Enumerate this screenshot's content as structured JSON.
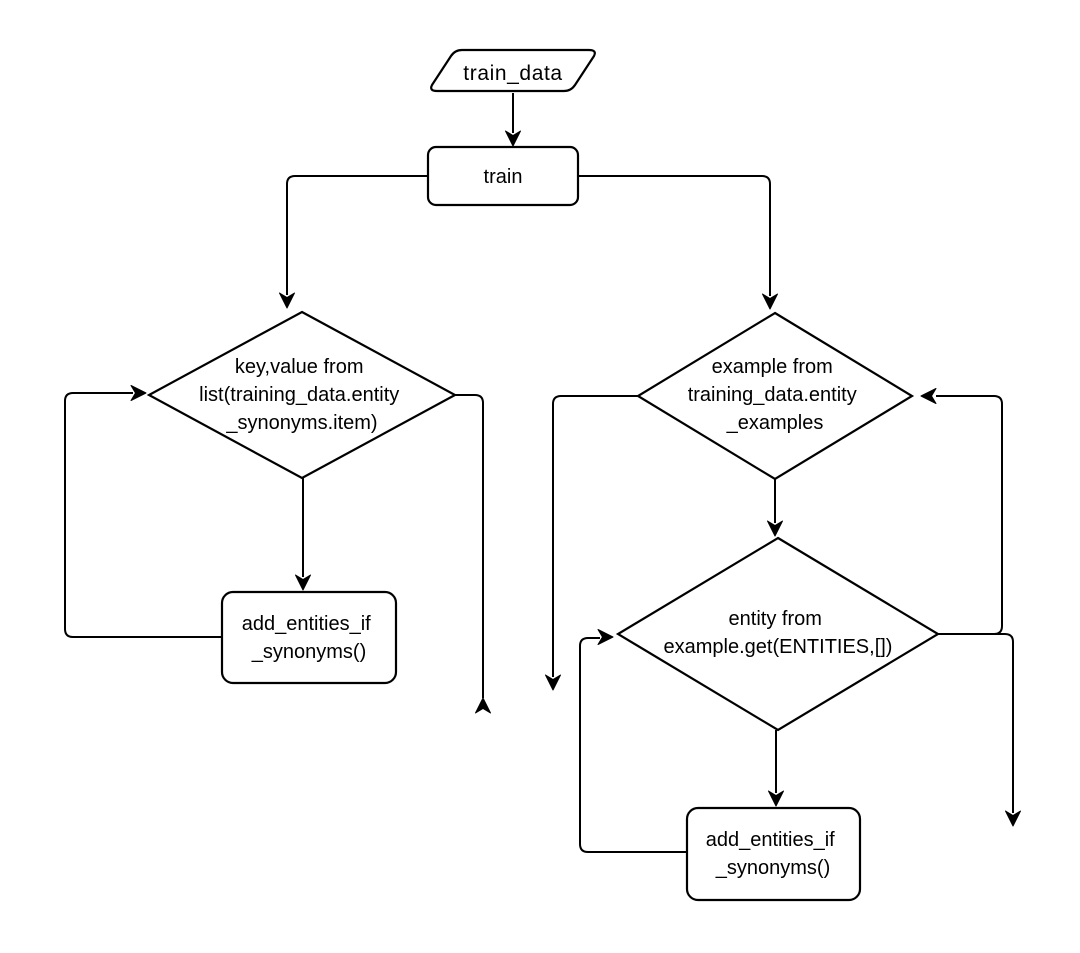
{
  "diagram": {
    "type": "flowchart",
    "background": "#ffffff",
    "stroke_color": "#000000",
    "text_color": "#000000",
    "nodes": [
      {
        "id": "train_data",
        "shape": "parallelogram",
        "lines": [
          "train_data"
        ]
      },
      {
        "id": "train",
        "shape": "rounded-rect",
        "lines": [
          "train"
        ]
      },
      {
        "id": "loop_entity_synonyms",
        "shape": "diamond",
        "lines": [
          "key,value from",
          "list(training_data.entity",
          "_synonyms.item)"
        ]
      },
      {
        "id": "loop_entity_examples",
        "shape": "diamond",
        "lines": [
          "example from",
          "training_data.entity",
          "_examples"
        ]
      },
      {
        "id": "loop_entities",
        "shape": "diamond",
        "lines": [
          "entity from",
          "example.get(ENTITIES,[])"
        ]
      },
      {
        "id": "add_entities_if_synonyms_left",
        "shape": "rounded-rect",
        "lines": [
          "add_entities_if",
          "_synonyms()"
        ]
      },
      {
        "id": "add_entities_if_synonyms_right",
        "shape": "rounded-rect",
        "lines": [
          "add_entities_if",
          "_synonyms()"
        ]
      }
    ],
    "edges": [
      {
        "from": "train_data",
        "to": "train",
        "arrow": "down"
      },
      {
        "from": "train",
        "to": "loop_entity_synonyms",
        "arrow": "down"
      },
      {
        "from": "train",
        "to": "loop_entity_examples",
        "arrow": "down"
      },
      {
        "from": "loop_entity_synonyms",
        "to": "add_entities_if_synonyms_left",
        "arrow": "down"
      },
      {
        "from": "add_entities_if_synonyms_left",
        "to": "loop_entity_synonyms",
        "arrow": "right",
        "kind": "loop-back"
      },
      {
        "from": "loop_entity_synonyms",
        "to": "dangling-exit",
        "arrow": "up"
      },
      {
        "from": "loop_entity_examples",
        "to": "dangling-exit",
        "arrow": "down"
      },
      {
        "from": "loop_entity_examples",
        "to": "loop_entities",
        "arrow": "down"
      },
      {
        "from": "loop_entities",
        "to": "add_entities_if_synonyms_right",
        "arrow": "down"
      },
      {
        "from": "add_entities_if_synonyms_right",
        "to": "loop_entities",
        "arrow": "right",
        "kind": "loop-back"
      },
      {
        "from": "loop_entities",
        "to": "loop_entity_examples",
        "arrow": "left",
        "kind": "loop-back"
      },
      {
        "from": "loop_entities",
        "to": "dangling-exit",
        "arrow": "down"
      }
    ]
  }
}
